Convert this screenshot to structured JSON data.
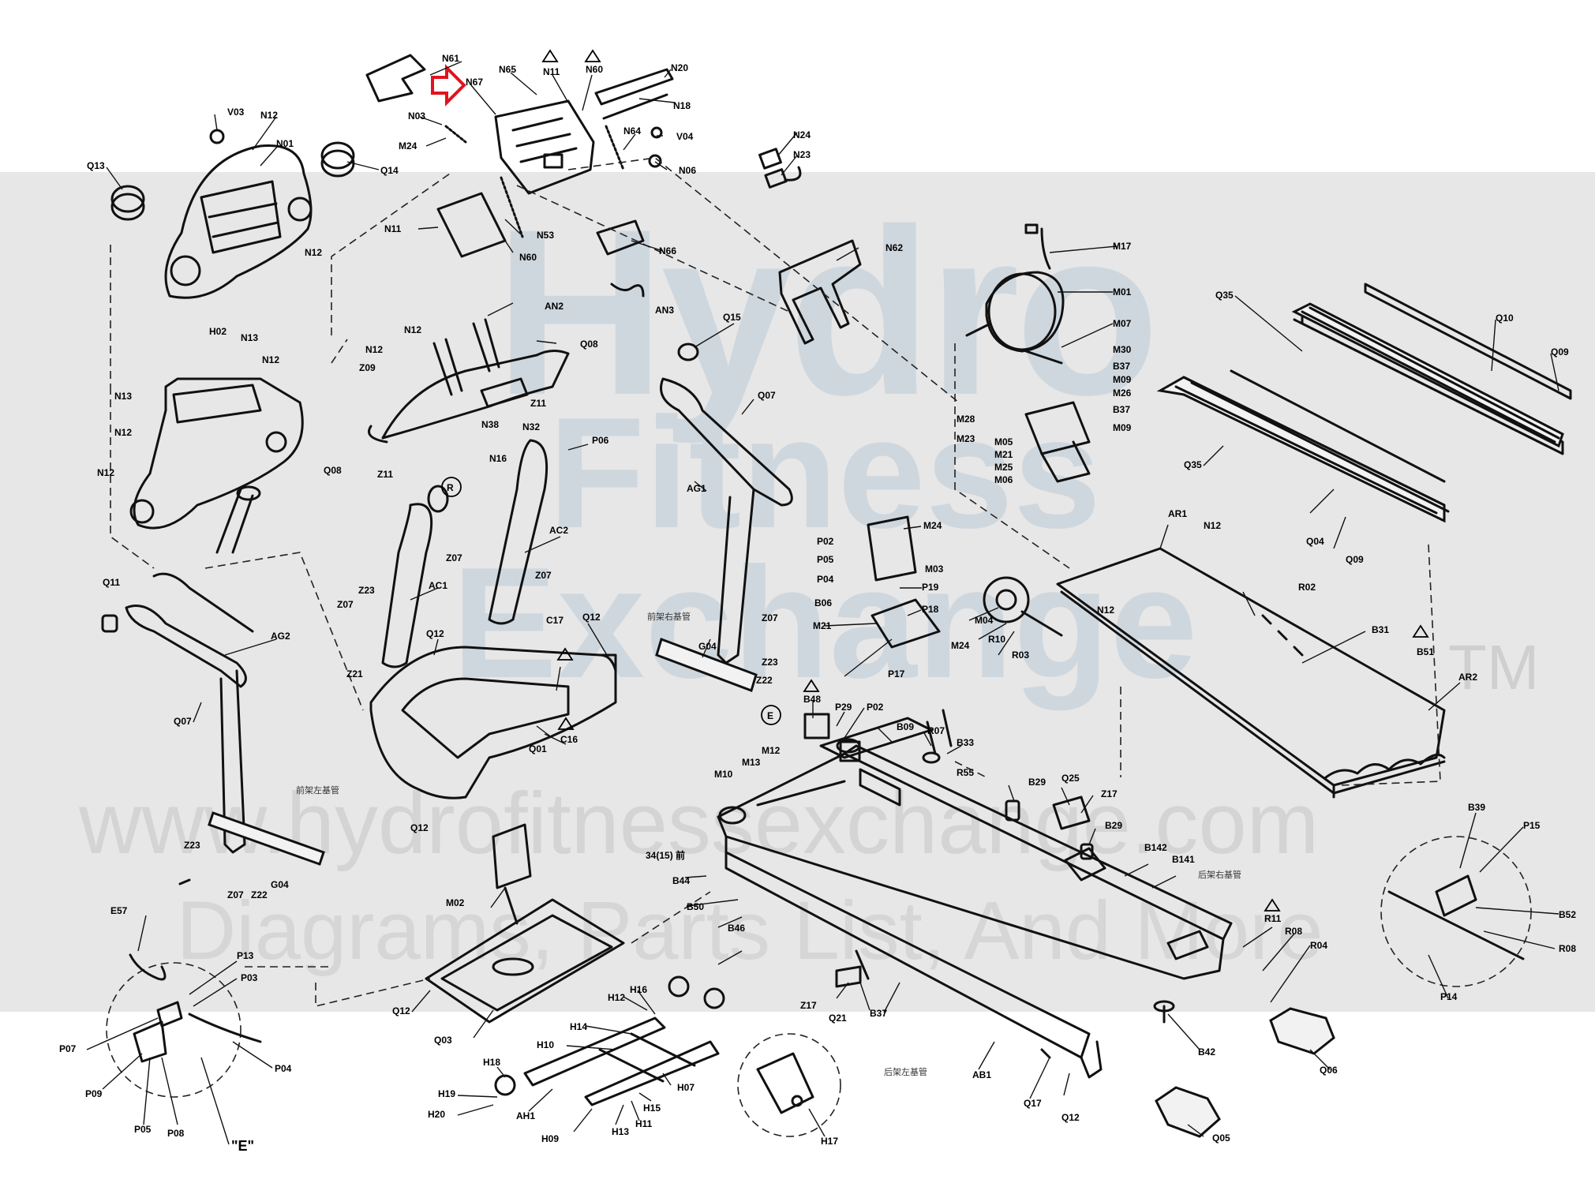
{
  "watermark": {
    "line1": "Hydro",
    "line2": "Fitness",
    "line3": "Exchange",
    "trademark": "TM",
    "url": "www.hydrofitnessexchange.com",
    "tagline": "Diagrams, Parts List, And More"
  },
  "colors": {
    "ink": "#111111",
    "highlight": "#e0141e",
    "watermark_band": "#e7e7e7",
    "watermark_text": "#cfd7de"
  },
  "highlighted_part": "N67",
  "labels": {
    "n61": "N61",
    "n67": "N67",
    "n65": "N65",
    "n11": "N11",
    "n60": "N60",
    "n20": "N20",
    "n18": "N18",
    "v03": "V03",
    "n12": "N12",
    "n01": "N01",
    "n03": "N03",
    "m24": "M24",
    "n64": "N64",
    "v04": "V04",
    "n06": "N06",
    "n24": "N24",
    "n23": "N23",
    "q13": "Q13",
    "q14": "Q14",
    "n53": "N53",
    "n66": "N66",
    "n62": "N62",
    "an3": "AN3",
    "m17": "M17",
    "m01": "M01",
    "m07": "M07",
    "m30": "M30",
    "b37": "B37",
    "m09": "M09",
    "m26": "M26",
    "m28": "M28",
    "m23": "M23",
    "m05": "M05",
    "m21": "M21",
    "m25": "M25",
    "m06": "M06",
    "h02": "H02",
    "n13": "N13",
    "q35": "Q35",
    "q10": "Q10",
    "q09": "Q09",
    "an2": "AN2",
    "q08": "Q08",
    "z09": "Z09",
    "z11": "Z11",
    "n38": "N38",
    "n16": "N16",
    "n32": "N32",
    "p06": "P06",
    "q15": "Q15",
    "q07": "Q07",
    "ag1": "AG1",
    "ac2": "AC2",
    "ac1": "AC1",
    "z07": "Z07",
    "z23": "Z23",
    "z21": "Z21",
    "q11": "Q11",
    "ag2": "AG2",
    "q12": "Q12",
    "c17": "C17",
    "q01": "Q01",
    "c16": "C16",
    "g04": "G04",
    "z22": "Z22",
    "p02": "P02",
    "p05": "P05",
    "p04": "P04",
    "m03": "M03",
    "p19": "P19",
    "p18": "P18",
    "b06": "B06",
    "p17": "P17",
    "m04": "M04",
    "r10": "R10",
    "r03": "R03",
    "ar1": "AR1",
    "r02": "R02",
    "b31": "B31",
    "b51": "B51",
    "ar2": "AR2",
    "q04": "Q04",
    "q05": "Q05",
    "b48": "B48",
    "p29": "P29",
    "m12": "M12",
    "m13": "M13",
    "m10": "M10",
    "b09": "B09",
    "r07": "R07",
    "b33": "B33",
    "r55": "R55",
    "b29": "B29",
    "q25": "Q25",
    "z17": "Z17",
    "b142": "B142",
    "b141": "B141",
    "b44": "B44",
    "b50": "B50",
    "b46": "B46",
    "m02": "M02",
    "e57": "E57",
    "p13": "P13",
    "p03": "P03",
    "p07": "P07",
    "p09": "P09",
    "p08": "P08",
    "e": "\"E\"",
    "q03": "Q03",
    "h12": "H12",
    "h16": "H16",
    "h14": "H14",
    "h10": "H10",
    "h18": "H18",
    "h19": "H19",
    "h20": "H20",
    "ah1": "AH1",
    "h09": "H09",
    "h13": "H13",
    "h11": "H11",
    "h15": "H15",
    "h07": "H07",
    "h17": "H17",
    "q21": "Q21",
    "ab1": "AB1",
    "q17": "Q17",
    "r11": "R11",
    "r08": "R08",
    "r04": "R04",
    "b42": "B42",
    "q06": "Q06",
    "b39": "B39",
    "p15": "P15",
    "b52": "B52",
    "p14": "P14",
    "r": "R",
    "circ_e": "E"
  },
  "chinese_notes": {
    "note1": "前架右基管",
    "note2": "前架左基管",
    "note3": "后架右基管",
    "note4": "后架左基管"
  },
  "badge_34": "34(15) 前"
}
